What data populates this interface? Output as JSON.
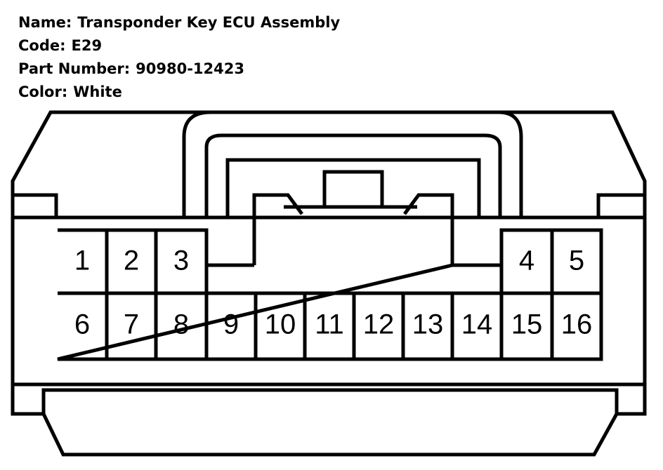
{
  "header": {
    "name_label": "Name:",
    "name_value": "Transponder Key ECU Assembly",
    "code_label": "Code:",
    "code_value": "E29",
    "part_label": "Part Number:",
    "part_value": "90980-12423",
    "color_label": "Color:",
    "color_value": "White"
  },
  "connector": {
    "pins": [
      "1",
      "2",
      "3",
      "4",
      "5",
      "6",
      "7",
      "8",
      "9",
      "10",
      "11",
      "12",
      "13",
      "14",
      "15",
      "16"
    ]
  }
}
